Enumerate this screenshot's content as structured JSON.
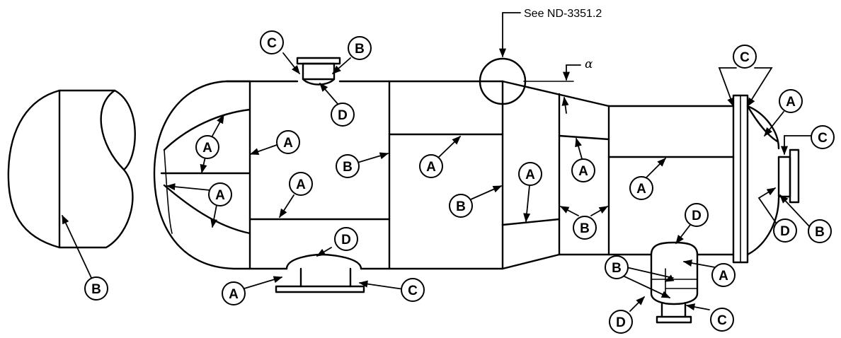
{
  "annotations": {
    "see_note": "See ND-3351.2",
    "angle_symbol": "α"
  },
  "labels": {
    "a": "A",
    "b": "B",
    "c": "C",
    "d": "D"
  }
}
